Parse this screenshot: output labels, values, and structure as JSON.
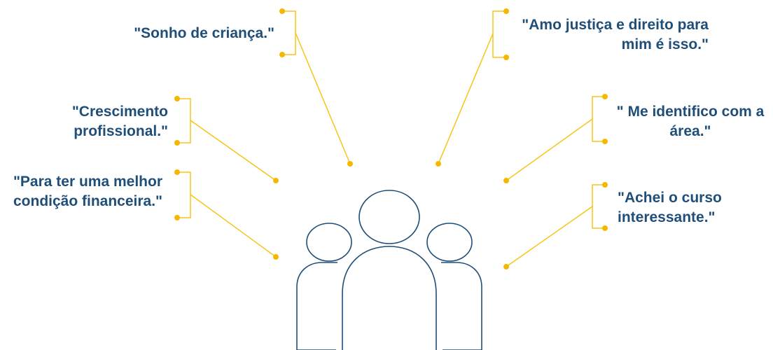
{
  "colors": {
    "connector": "#f5c518",
    "dot": "#f5b800",
    "text": "#1f4e79",
    "people_outline": "#1f4e79"
  },
  "icon": "people-group-icon",
  "quotes": {
    "sonho": [
      "\"Sonho de criança.\""
    ],
    "amo": [
      "\"Amo justiça e direito para",
      "mim é isso.\""
    ],
    "crescimento": [
      "\"Crescimento",
      "profissional.\""
    ],
    "identifico": [
      "\" Me identifico com a",
      "área.\""
    ],
    "condicao": [
      "\"Para ter uma melhor",
      "condição financeira.\""
    ],
    "curso": [
      "\"Achei o curso",
      "interessante.\""
    ]
  }
}
